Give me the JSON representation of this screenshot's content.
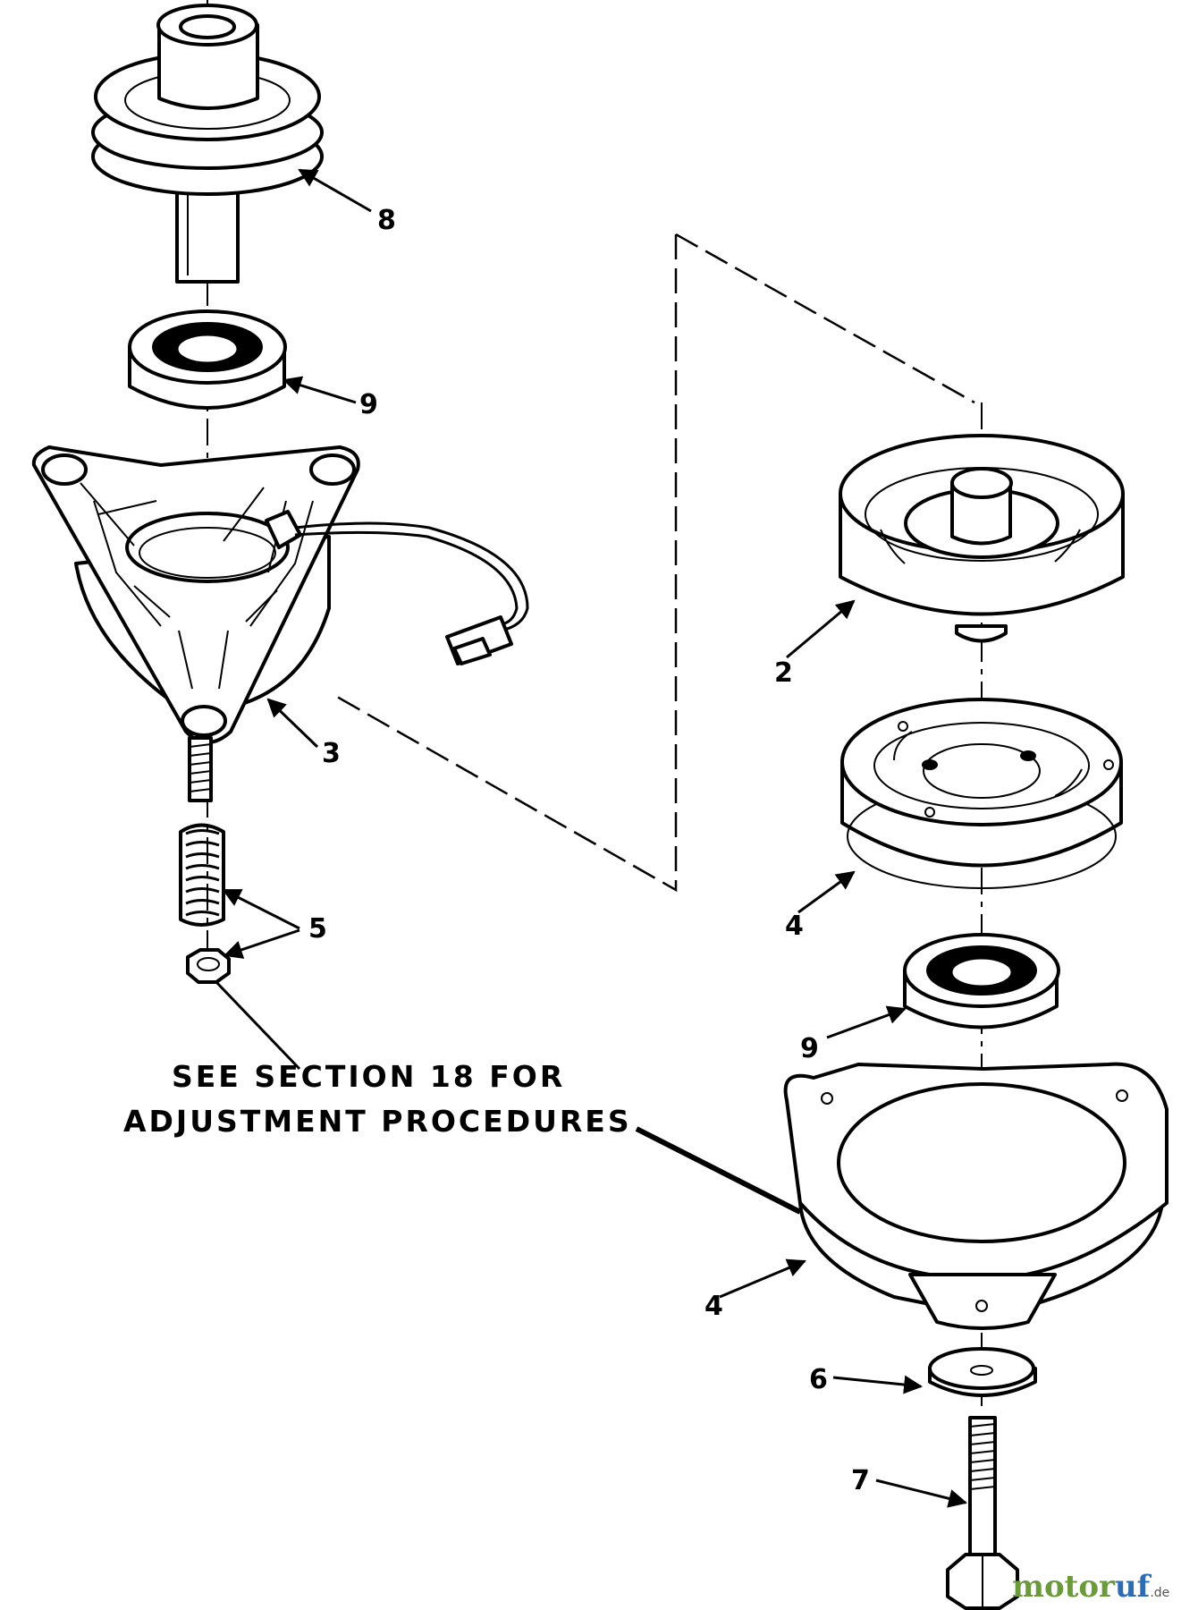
{
  "callouts": {
    "part_2": "2",
    "part_3": "3",
    "part_4_upper": "4",
    "part_4_lower": "4",
    "part_5": "5",
    "part_6": "6",
    "part_7": "7",
    "part_8": "8",
    "part_9_left": "9",
    "part_9_right": "9"
  },
  "note": {
    "line1": "SEE SECTION 18 FOR",
    "line2": "ADJUSTMENT PROCEDURES"
  },
  "watermark": {
    "part_a": "motor",
    "part_b": "uf",
    "suffix": ".de"
  },
  "colors": {
    "ink": "#000000",
    "background": "#ffffff",
    "watermark_green": "#6a9a3c",
    "watermark_blue": "#2f6db3"
  }
}
